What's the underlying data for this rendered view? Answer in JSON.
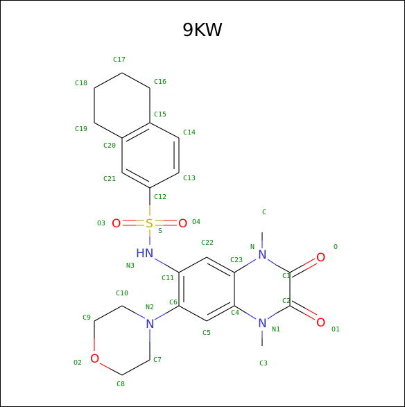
{
  "title": "9KW",
  "heteroatoms": [
    {
      "id": "o3",
      "symbol": "O",
      "element": "O"
    },
    {
      "id": "s",
      "symbol": "S",
      "element": "S"
    },
    {
      "id": "o4",
      "symbol": "O",
      "element": "O"
    },
    {
      "id": "hn",
      "symbol": "HN",
      "element": "N"
    },
    {
      "id": "n_top",
      "symbol": "N",
      "element": "N"
    },
    {
      "id": "o_top",
      "symbol": "O",
      "element": "O"
    },
    {
      "id": "n_ring",
      "symbol": "N",
      "element": "N"
    },
    {
      "id": "o_bottom",
      "symbol": "O",
      "element": "O"
    },
    {
      "id": "n_morph",
      "symbol": "N",
      "element": "N"
    },
    {
      "id": "o_morph",
      "symbol": "O",
      "element": "O"
    }
  ],
  "atom_labels": [
    "C17",
    "C18",
    "C16",
    "C15",
    "C14",
    "C19",
    "C20",
    "C21",
    "C12",
    "C13",
    "O3",
    "S",
    "O4",
    "C22",
    "C",
    "N",
    "O",
    "N3",
    "C23",
    "C11",
    "C1",
    "C10",
    "N2",
    "C6",
    "C2",
    "C4",
    "C9",
    "N1",
    "O1",
    "C5",
    "O2",
    "C7",
    "C3",
    "C8"
  ],
  "colors": {
    "carbon_label": "#008800",
    "oxygen": "#ff0000",
    "nitrogen": "#3333cc",
    "sulfur": "#c8b400",
    "bond": "#000000"
  }
}
